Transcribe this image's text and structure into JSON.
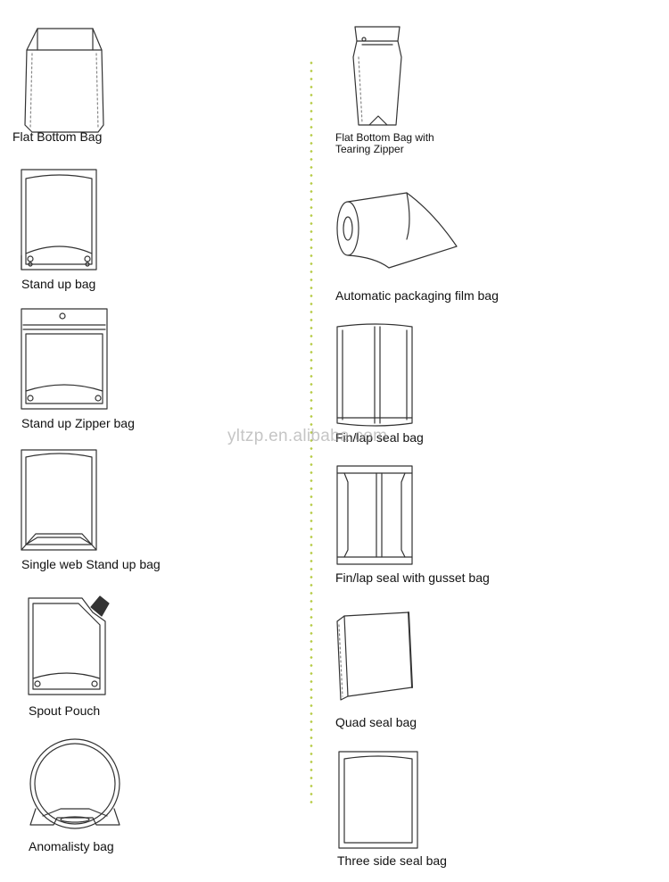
{
  "watermark": "yltzp.en.alibaba.com",
  "left_column": [
    {
      "id": "flat-bottom-bag",
      "label": "Flat Bottom Bag",
      "icon": "flat-bottom-bag-icon"
    },
    {
      "id": "stand-up-bag",
      "label": "Stand up bag",
      "icon": "stand-up-bag-icon"
    },
    {
      "id": "stand-up-zipper-bag",
      "label": "Stand up Zipper bag",
      "icon": "stand-up-zipper-bag-icon"
    },
    {
      "id": "single-web-stand-up-bag",
      "label": "Single web Stand up bag",
      "icon": "single-web-stand-up-bag-icon"
    },
    {
      "id": "spout-pouch",
      "label": "Spout Pouch",
      "icon": "spout-pouch-icon"
    },
    {
      "id": "anomalisty-bag",
      "label": "Anomalisty bag",
      "icon": "anomalisty-bag-icon"
    }
  ],
  "right_column": [
    {
      "id": "flat-bottom-bag-with-tearing-zipper",
      "label_line1": "Flat Bottom Bag with",
      "label_line2": "Tearing Zipper",
      "icon": "flat-bottom-zipper-bag-icon"
    },
    {
      "id": "automatic-packaging-film-bag",
      "label": "Automatic packaging film bag",
      "icon": "film-roll-icon"
    },
    {
      "id": "fin-lap-seal-bag",
      "label": "Fin/lap seal bag",
      "icon": "fin-lap-seal-bag-icon"
    },
    {
      "id": "fin-lap-seal-with-gusset-bag",
      "label": "Fin/lap seal with gusset bag",
      "icon": "gusset-bag-icon"
    },
    {
      "id": "quad-seal-bag",
      "label": "Quad seal bag",
      "icon": "quad-seal-bag-icon"
    },
    {
      "id": "three-side-seal-bag",
      "label": "Three side seal bag",
      "icon": "three-side-seal-bag-icon"
    }
  ]
}
